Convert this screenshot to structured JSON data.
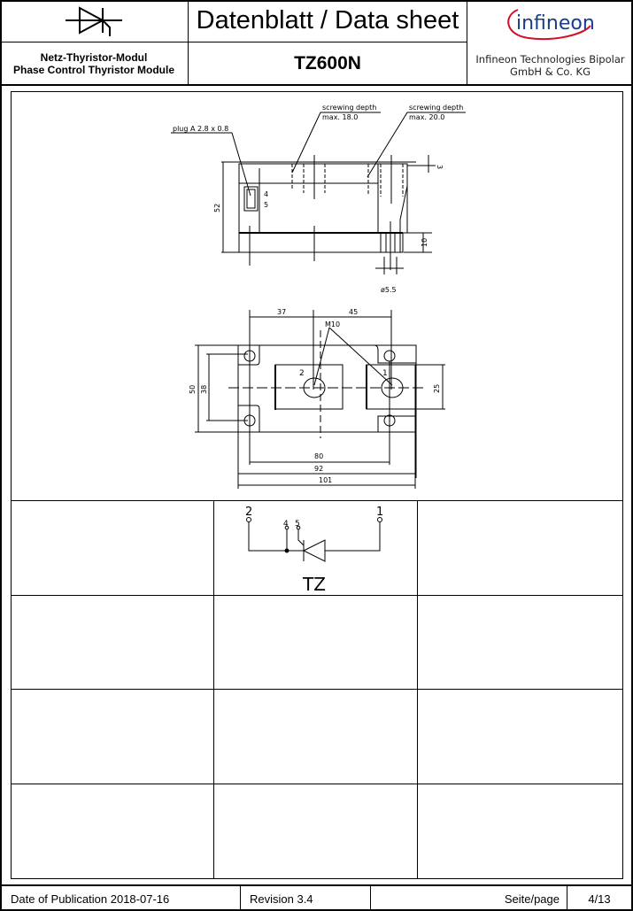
{
  "header": {
    "title": "Datenblatt / Data sheet",
    "subtitle_de": "Netz-Thyristor-Modul",
    "subtitle_en": "Phase Control Thyristor Module",
    "part_number": "TZ600N",
    "logo_text": "infineon",
    "company_line1": "Infineon Technologies Bipolar",
    "company_line2": "GmbH & Co. KG",
    "brand_color": "#1a3b8c",
    "logo_swoosh_color": "#d0102a"
  },
  "drawing": {
    "side_view": {
      "plug_label": "plug A 2.8 x 0.8",
      "screw1_line1": "screwing depth",
      "screw1_line2": "max. 18.0",
      "screw2_line1": "screwing depth",
      "screw2_line2": "max. 20.0",
      "dim_height": "52",
      "dim_top": "3",
      "dim_base": "10",
      "dim_hole": "ø5.5",
      "pin4": "4",
      "pin5": "5"
    },
    "top_view": {
      "dim_37": "37",
      "dim_45": "45",
      "thread": "M10",
      "term2": "2",
      "term1": "1",
      "dim_50": "50",
      "dim_38": "38",
      "dim_25": "25",
      "dim_80": "80",
      "dim_92": "92",
      "dim_101": "101"
    }
  },
  "schematic": {
    "pin2": "2",
    "pin1": "1",
    "pin4": "4",
    "pin5": "5",
    "label": "TZ"
  },
  "footer": {
    "publication": "Date of Publication 2018-07-16",
    "revision": "Revision 3.4",
    "page_label": "Seite/page",
    "page": "4/13"
  }
}
